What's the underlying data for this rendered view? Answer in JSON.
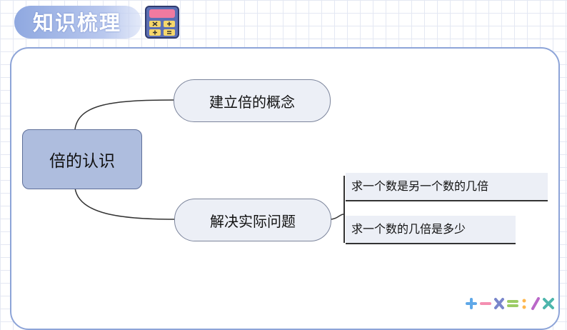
{
  "header": {
    "title": "知识梳理",
    "icon": "calculator-icon"
  },
  "mindmap": {
    "root": {
      "label": "倍的认识"
    },
    "branches": [
      {
        "label": "建立倍的概念",
        "children": []
      },
      {
        "label": "解决实际问题",
        "children": [
          {
            "label": "求一个数是另一个数的几倍"
          },
          {
            "label": "求一个数的几倍是多少"
          }
        ]
      }
    ]
  },
  "colors": {
    "root_fill": "#aebdde",
    "branch_fill": "#eceff6",
    "panel_border": "#8da4d8",
    "header_accent": "#8fa8e0"
  },
  "decoration": {
    "icon": "math-symbols-icon"
  }
}
